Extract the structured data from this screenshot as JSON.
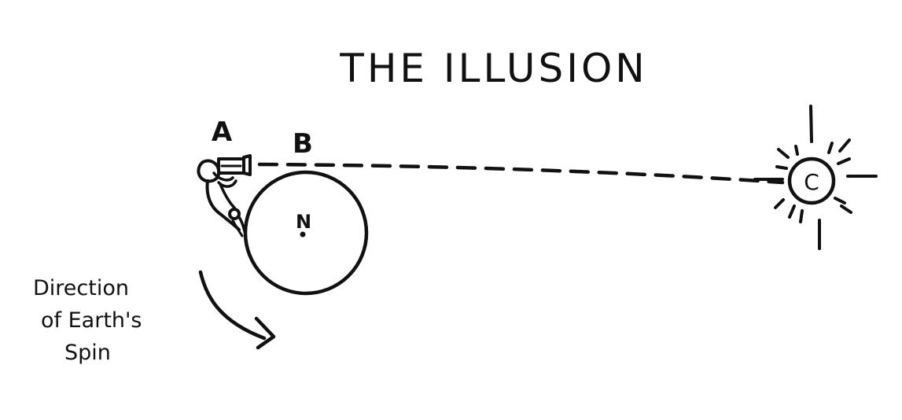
{
  "diagram": {
    "title": "THE ILLUSION",
    "labels": {
      "a": "A",
      "b": "B",
      "c": "C",
      "n": "N"
    },
    "caption_lines": [
      "Direction",
      "of Earth's",
      "Spin"
    ],
    "icons": {
      "observer": "person-with-telescope-icon",
      "sun": "sun-icon",
      "earth": "earth-circle",
      "spin_arrow": "curved-arrow-icon"
    },
    "colors": {
      "ink": "#111111",
      "background": "#ffffff"
    }
  }
}
